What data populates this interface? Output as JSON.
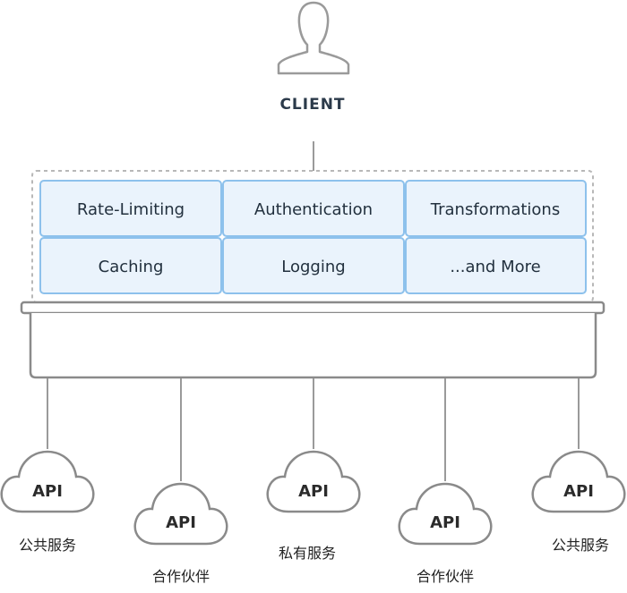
{
  "client": {
    "label": "CLIENT"
  },
  "plugins": [
    {
      "label": "Rate-Limiting"
    },
    {
      "label": "Authentication"
    },
    {
      "label": "Transformations"
    },
    {
      "label": "Caching"
    },
    {
      "label": "Logging"
    },
    {
      "label": "...and More"
    }
  ],
  "apis": [
    {
      "label": "API",
      "service": "公共服务"
    },
    {
      "label": "API",
      "service": "合作伙伴"
    },
    {
      "label": "API",
      "service": "私有服务"
    },
    {
      "label": "API",
      "service": "合作伙伴"
    },
    {
      "label": "API",
      "service": "公共服务"
    }
  ],
  "colors": {
    "plugin_fill": "#eaf3fc",
    "plugin_border": "#8dc1ec",
    "gray_line": "#9a9a9a",
    "dark_stroke": "#8a8a8a"
  }
}
